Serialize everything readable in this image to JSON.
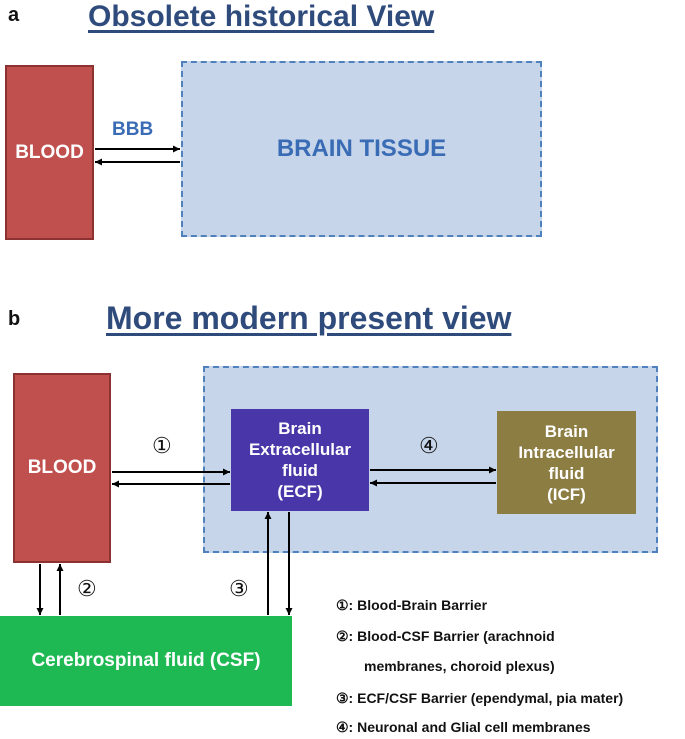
{
  "panel_a": {
    "label": "a",
    "title": "Obsolete historical View",
    "blood": "BLOOD",
    "bbb": "BBB",
    "brain_tissue": "BRAIN TISSUE"
  },
  "panel_b": {
    "label": "b",
    "title": "More modern present view",
    "blood": "BLOOD",
    "ecf": [
      "Brain",
      "Extracellular",
      "fluid",
      "(ECF)"
    ],
    "icf": [
      "Brain",
      "Intracellular",
      "fluid",
      "(ICF)"
    ],
    "csf": "Cerebrospinal fluid (CSF)",
    "markers": {
      "m1": "①",
      "m2": "②",
      "m3": "③",
      "m4": "④"
    }
  },
  "legend": [
    "①: Blood-Brain Barrier",
    "②: Blood-CSF Barrier (arachnoid",
    "membranes, choroid plexus)",
    "③: ECF/CSF Barrier (ependymal, pia mater)",
    "④: Neuronal and Glial cell membranes"
  ],
  "colors": {
    "blood": "#c0504d",
    "tissue": "#c6d5e9",
    "tissue_border": "#4f81bd",
    "ecf": "#4936a8",
    "icf": "#8c7d43",
    "csf": "#1fb954",
    "title": "#2f4b7c",
    "label_blue": "#3a6bb5"
  }
}
